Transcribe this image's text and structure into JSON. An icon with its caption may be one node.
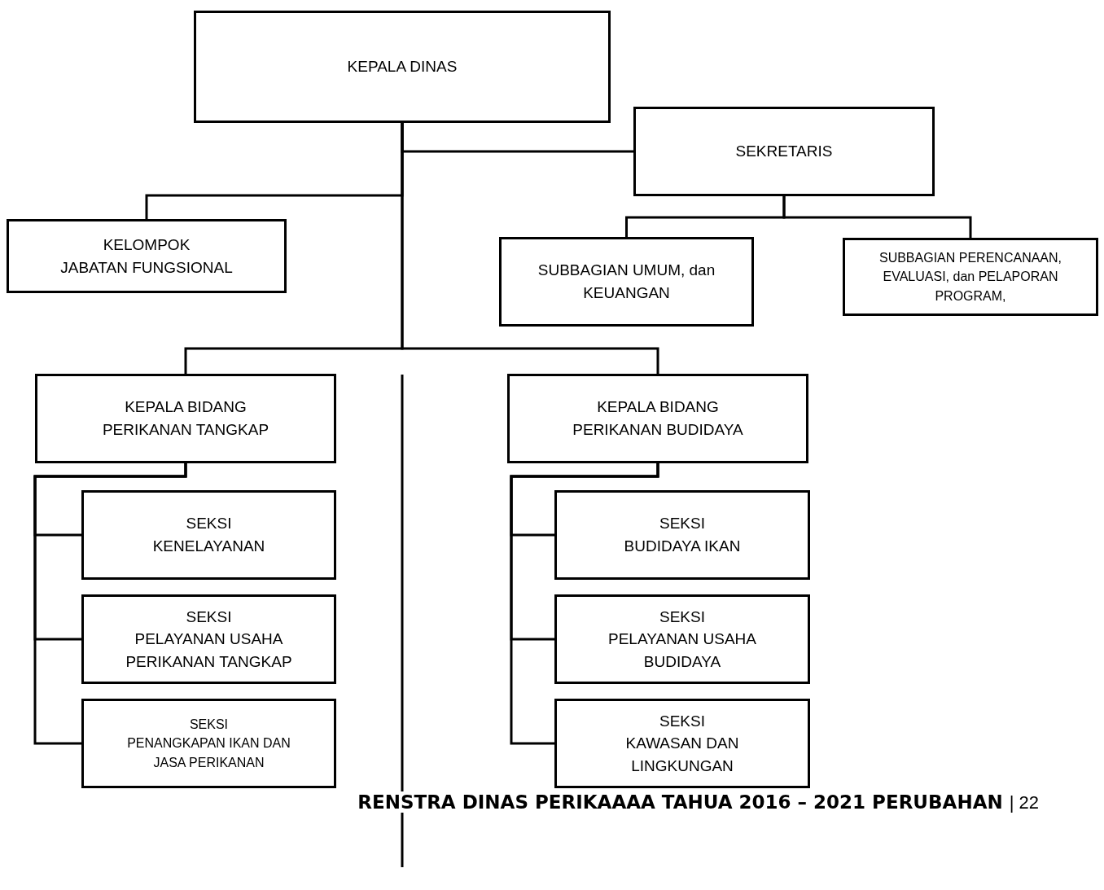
{
  "diagram": {
    "nodes": [
      {
        "text": [
          "KEPALA DINAS"
        ]
      },
      {
        "text": [
          "SEKRETARIS"
        ]
      },
      {
        "text": [
          "KELOMPOK",
          "JABATAN FUNGSIONAL"
        ]
      },
      {
        "text": [
          "SUBBAGIAN UMUM, dan KEUANGAN"
        ]
      },
      {
        "text": [
          "SUBBAGIAN PERENCANAAN, EVALUASI, dan PELAPORAN PROGRAM,"
        ]
      },
      {
        "text": [
          "KEPALA BIDANG",
          "PERIKANAN TANGKAP"
        ]
      },
      {
        "text": [
          "KEPALA BIDANG",
          "PERIKANAN BUDIDAYA"
        ]
      },
      {
        "text": [
          "SEKSI",
          "KENELAYANAN"
        ]
      },
      {
        "text": [
          "SEKSI",
          "PELAYANAN USAHA PERIKANAN TANGKAP"
        ]
      },
      {
        "text": [
          "SEKSI",
          "PENANGKAPAN IKAN DAN JASA PERIKANAN"
        ]
      },
      {
        "text": [
          "SEKSI",
          "BUDIDAYA IKAN"
        ]
      },
      {
        "text": [
          "SEKSI",
          "PELAYANAN USAHA BUDIDAYA"
        ]
      },
      {
        "text": [
          "SEKSI",
          "KAWASAN DAN LINGKUNGAN"
        ]
      }
    ],
    "edges": [
      {
        "from": 0,
        "to": 1,
        "arrow": "none"
      },
      {
        "from": 0,
        "to": 2,
        "arrow": "none"
      },
      {
        "from": 0,
        "to": 5,
        "arrow": "none"
      },
      {
        "from": 0,
        "to": 6,
        "arrow": "none"
      },
      {
        "from": 1,
        "to": 3,
        "arrow": "none"
      },
      {
        "from": 1,
        "to": 4,
        "arrow": "none"
      },
      {
        "from": 5,
        "to": 7,
        "arrow": "none"
      },
      {
        "from": 5,
        "to": 8,
        "arrow": "none"
      },
      {
        "from": 5,
        "to": 9,
        "arrow": "none"
      },
      {
        "from": 6,
        "to": 10,
        "arrow": "none"
      },
      {
        "from": 6,
        "to": 11,
        "arrow": "none"
      },
      {
        "from": 6,
        "to": 12,
        "arrow": "none"
      }
    ],
    "labels": [
      "RENSTRA DINAS PERIKAAAA TAHUA 2016 – 2021 PERUBAHAN",
      "| 22"
    ]
  }
}
